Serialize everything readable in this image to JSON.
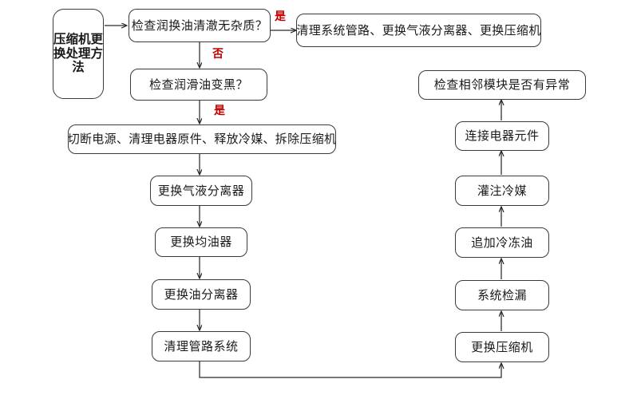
{
  "diagram": {
    "title_node": {
      "label": "压缩机更换处理方法"
    },
    "nodes": [
      {
        "id": "check-oil-clean",
        "label": "检查润换油清澈无杂质？"
      },
      {
        "id": "clean-system",
        "label": "清理系统管路、更换气液分离器、更换压缩机"
      },
      {
        "id": "check-oil-black",
        "label": "检查润滑油变黑？"
      },
      {
        "id": "power-off",
        "label": "切断电源、清理电器原件、释放冷媒、拆除压缩机"
      },
      {
        "id": "replace-separator",
        "label": "更换气液分离器"
      },
      {
        "id": "replace-oil-balancer",
        "label": "更换均油器"
      },
      {
        "id": "replace-oil-sep",
        "label": "更换油分离器"
      },
      {
        "id": "clean-pipes",
        "label": "清理管路系统"
      },
      {
        "id": "replace-compressor",
        "label": "更换压缩机"
      },
      {
        "id": "leak-test",
        "label": "系统检漏"
      },
      {
        "id": "add-frozen-oil",
        "label": "追加冷冻油"
      },
      {
        "id": "fill-refrigerant",
        "label": "灌注冷媒"
      },
      {
        "id": "connect-electrics",
        "label": "连接电器元件"
      },
      {
        "id": "check-modules",
        "label": "检查相邻模块是否有异常"
      }
    ],
    "edge_labels": [
      {
        "id": "yes-top",
        "text": "是"
      },
      {
        "id": "no-middle",
        "text": "否"
      },
      {
        "id": "yes-bottom",
        "text": "是"
      }
    ],
    "colors": {
      "edge_label": "#c00000",
      "node_border": "#3a3a3a",
      "node_text": "#1a1a1a",
      "connector": "#2b2b2b",
      "background": "#ffffff"
    }
  }
}
